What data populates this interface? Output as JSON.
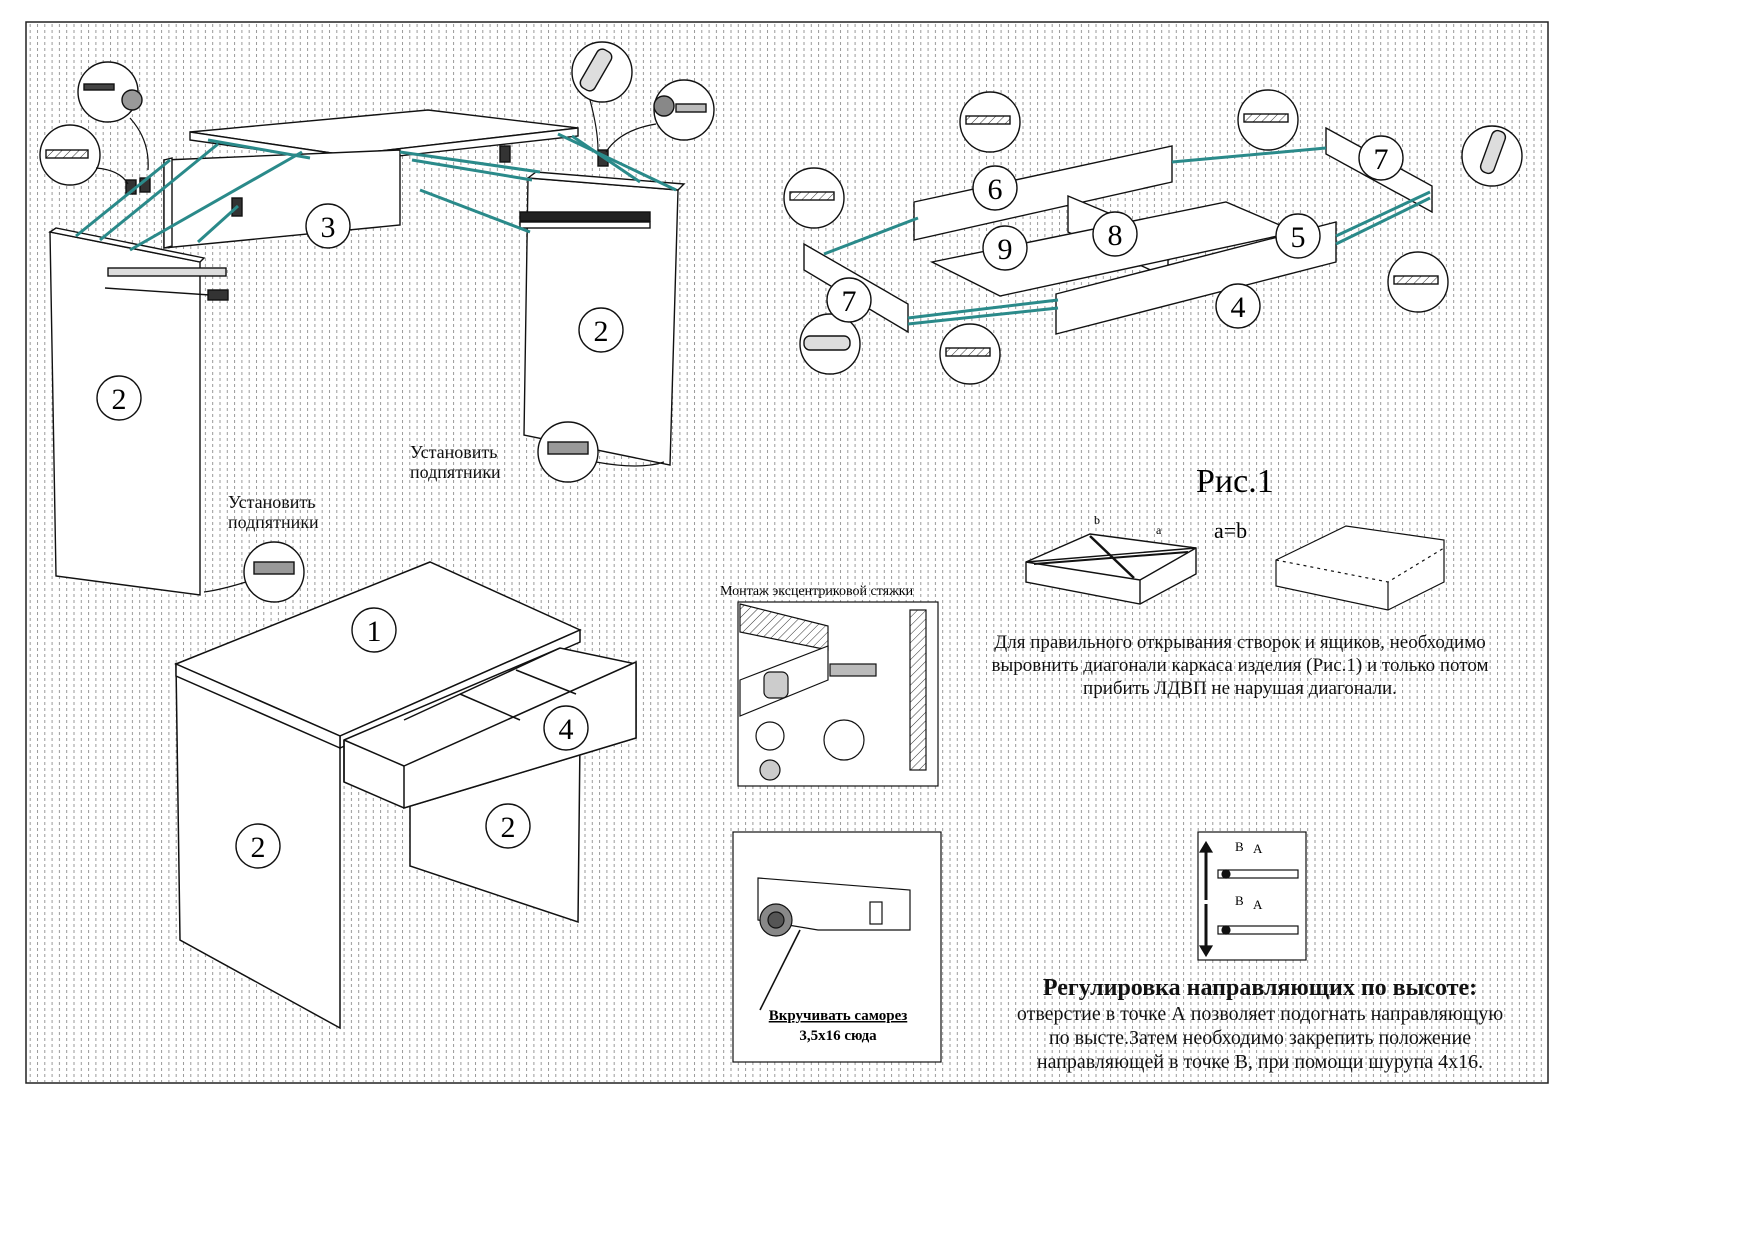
{
  "part_numbers": {
    "top_panel": "3",
    "left_side": "2",
    "right_side": "2",
    "asm_top": "1",
    "asm_drawer": "4",
    "asm_left_side": "2",
    "asm_right_side": "2",
    "drawer_back": "6",
    "drawer_side_left": "7",
    "drawer_side_right": "7",
    "drawer_divider": "8",
    "drawer_bottom": "9",
    "drawer_front_inner": "5",
    "drawer_front": "4"
  },
  "labels": {
    "install_glides_1": [
      "Установить",
      "подпятники"
    ],
    "install_glides_2": [
      "Установить",
      "подпятники"
    ],
    "fig_title": "Рис.1",
    "ab_equal": "a=b",
    "diag_a": "a",
    "diag_b": "b",
    "eccentric_title": "Монтаж эксцентриковой стяжки",
    "screw_here": [
      "Вкручивать саморез",
      "3,5x16 сюда"
    ],
    "point_b": "B",
    "point_a": "A"
  },
  "diagonal_note": [
    "Для правильного открывания створок и ящиков, необходимо",
    "выровнить диагонали каркаса изделия (Рис.1) и только потом",
    "прибить ЛДВП не нарушая диагонали."
  ],
  "guide_adjust": {
    "title": "Регулировка направляющих по высоте:",
    "lines": [
      "отверстие в точке А позволяет подогнать направляющую",
      "по высте.Затем необходимо закрепить положение",
      "направляющей в точке В, при помощи шурупа 4x16."
    ]
  },
  "colors": {
    "line": "#111111",
    "guide_line": "#2a8a8a",
    "stripe": "#9a9a9a",
    "fill": "#ffffff"
  }
}
